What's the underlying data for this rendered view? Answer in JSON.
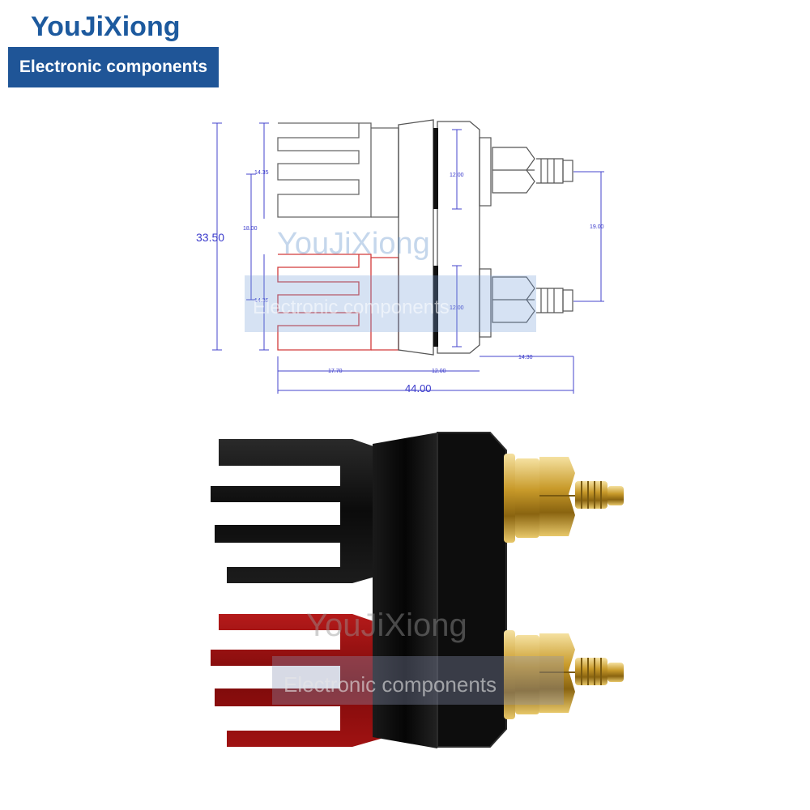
{
  "header": {
    "brand": "YouJiXiong",
    "tagline": "Electronic components"
  },
  "drawing": {
    "dimensions": {
      "total_height": "33.50",
      "post_head": "14.35",
      "post_head_lower": "14.35",
      "spacing_left": "18.00",
      "washer_top": "12.00",
      "washer_bottom": "12.00",
      "spacing_right": "19.00",
      "length_a": "17.70",
      "length_b": "12.00",
      "length_c": "14.30",
      "total_length": "44.00"
    },
    "watermark_brand": "YouJiXiong",
    "watermark_tagline": "Electronic components"
  },
  "photo": {
    "watermark_brand": "YouJiXiong",
    "watermark_tagline": "Electronic components"
  },
  "colors": {
    "brand_blue": "#1d5a9e",
    "badge_bg": "#1f5597",
    "dimension_line": "#3a3acb",
    "terminal_red": "#9e1010",
    "terminal_black": "#111111",
    "brass": "#c9a227"
  }
}
